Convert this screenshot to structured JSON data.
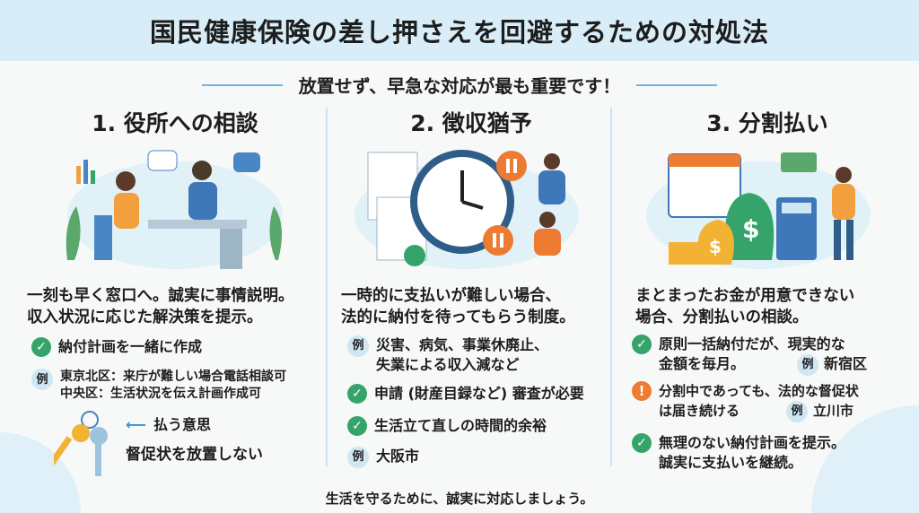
{
  "title": "国民健康保険の差し押さえを回避するための対処法",
  "subtitle": "放置せず、早急な対応が最も重要です！",
  "columns": [
    {
      "heading": "1. 役所への相談",
      "lead": [
        "一刻も早く窓口へ。誠実に事情説明。",
        "収入状況に応じた解決策を提示。"
      ],
      "check": "納付計画を一緒に作成",
      "example_badge": "例",
      "examples": [
        "東京北区：来庁が難しい場合電話相談可",
        "中央区：生活状況を伝え計画作成可"
      ],
      "arrow_label": "払う意思",
      "key_label": "督促状を放置しない"
    },
    {
      "heading": "2. 徴収猶予",
      "lead": [
        "一時的に支払いが難しい場合、",
        "法的に納付を待ってもらう制度。"
      ],
      "example_badge": "例",
      "example1": [
        "災害、病気、事業休廃止、",
        "失業による収入減など"
      ],
      "check1": "申請 (財産目録など) 審査が必要",
      "check2": "生活立て直しの時間的余裕",
      "example2": "大阪市"
    },
    {
      "heading": "3. 分割払い",
      "lead": [
        "まとまったお金が用意できない",
        "場合、分割払いの相談。"
      ],
      "example_badge": "例",
      "check1": [
        "原則一括納付だが、現実的な",
        "金額を毎月。"
      ],
      "check1_example": "新宿区",
      "warn": [
        "分割中であっても、法的な督促状",
        "は届き続ける"
      ],
      "warn_example": "立川市",
      "check2": [
        "無理のない納付計画を提示。",
        "誠実に支払いを継続。"
      ]
    }
  ],
  "footer": "生活を守るために、誠実に対応しましょう。",
  "colors": {
    "check": "#35a46b",
    "warn": "#ee7b32",
    "accent": "#6fb6dc",
    "title_bg": "#d8edf7"
  }
}
